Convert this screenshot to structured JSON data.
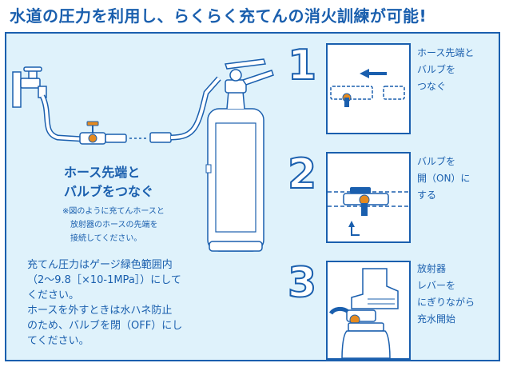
{
  "title": "水道の圧力を利用し、らくらく充てんの消火訓練が可能!",
  "left": {
    "hose_title": [
      "ホース先端と",
      "バルブをつなぐ"
    ],
    "note_mark": "※",
    "note": [
      "図のように充てんホースと",
      "放射器のホースの先端を",
      "接続してください。"
    ]
  },
  "instructions": [
    "充てん圧力はゲージ緑色範囲内",
    "（2〜9.8［×10-1MPa］）にして",
    "ください。",
    "ホースを外すときは水ハネ防止",
    "のため、バルブを閉（OFF）にし",
    "てください。"
  ],
  "steps": [
    {
      "number": "1",
      "text": [
        "ホース先端と",
        "バルブを",
        "つなぐ"
      ]
    },
    {
      "number": "2",
      "text": [
        "バルブを",
        "開（ON）に",
        "する"
      ]
    },
    {
      "number": "3",
      "text": [
        "放射器",
        "レバーを",
        "にぎりながら",
        "充水開始"
      ]
    }
  ],
  "colors": {
    "brand_blue": "#1a5fae",
    "panel_bg": "#dff2fb",
    "valve_orange": "#e58a1f"
  }
}
